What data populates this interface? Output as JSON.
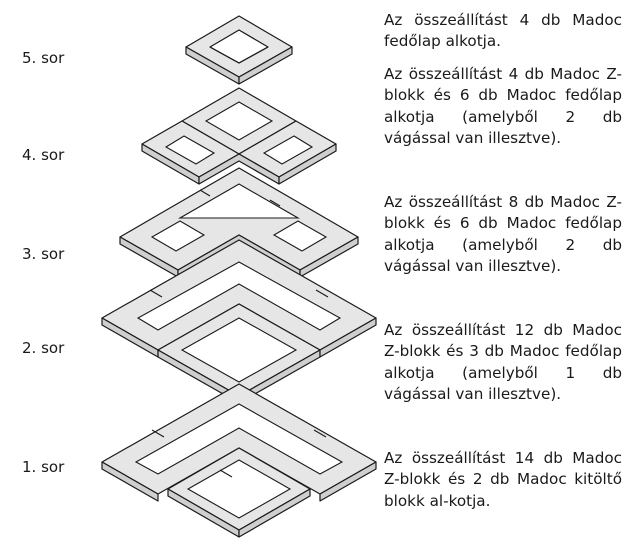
{
  "rows": [
    {
      "label": "5. sor",
      "text": "Az összeállítást 4 db Madoc fedőlap alkotja."
    },
    {
      "label": "4. sor",
      "text": "Az összeállítást 4 db Madoc Z-blokk és 6 db Madoc fedőlap alkotja (amelyből 2 db vágással van illesztve)."
    },
    {
      "label": "3. sor",
      "text": "Az összeállítást 8 db Madoc Z-blokk és 6 db Madoc fedőlap alkotja (amelyből 2 db vágással van illesztve)."
    },
    {
      "label": "2. sor",
      "text": "Az összeállítást 12 db Madoc Z-blokk és 3 db Madoc fedőlap alkotja (amelyből 1 db vágással van illesztve)."
    },
    {
      "label": "1. sor",
      "text": "Az összeállítást 14 db Madoc Z-blokk és 2 db Madoc kitöltő blokk al-kotja."
    }
  ]
}
